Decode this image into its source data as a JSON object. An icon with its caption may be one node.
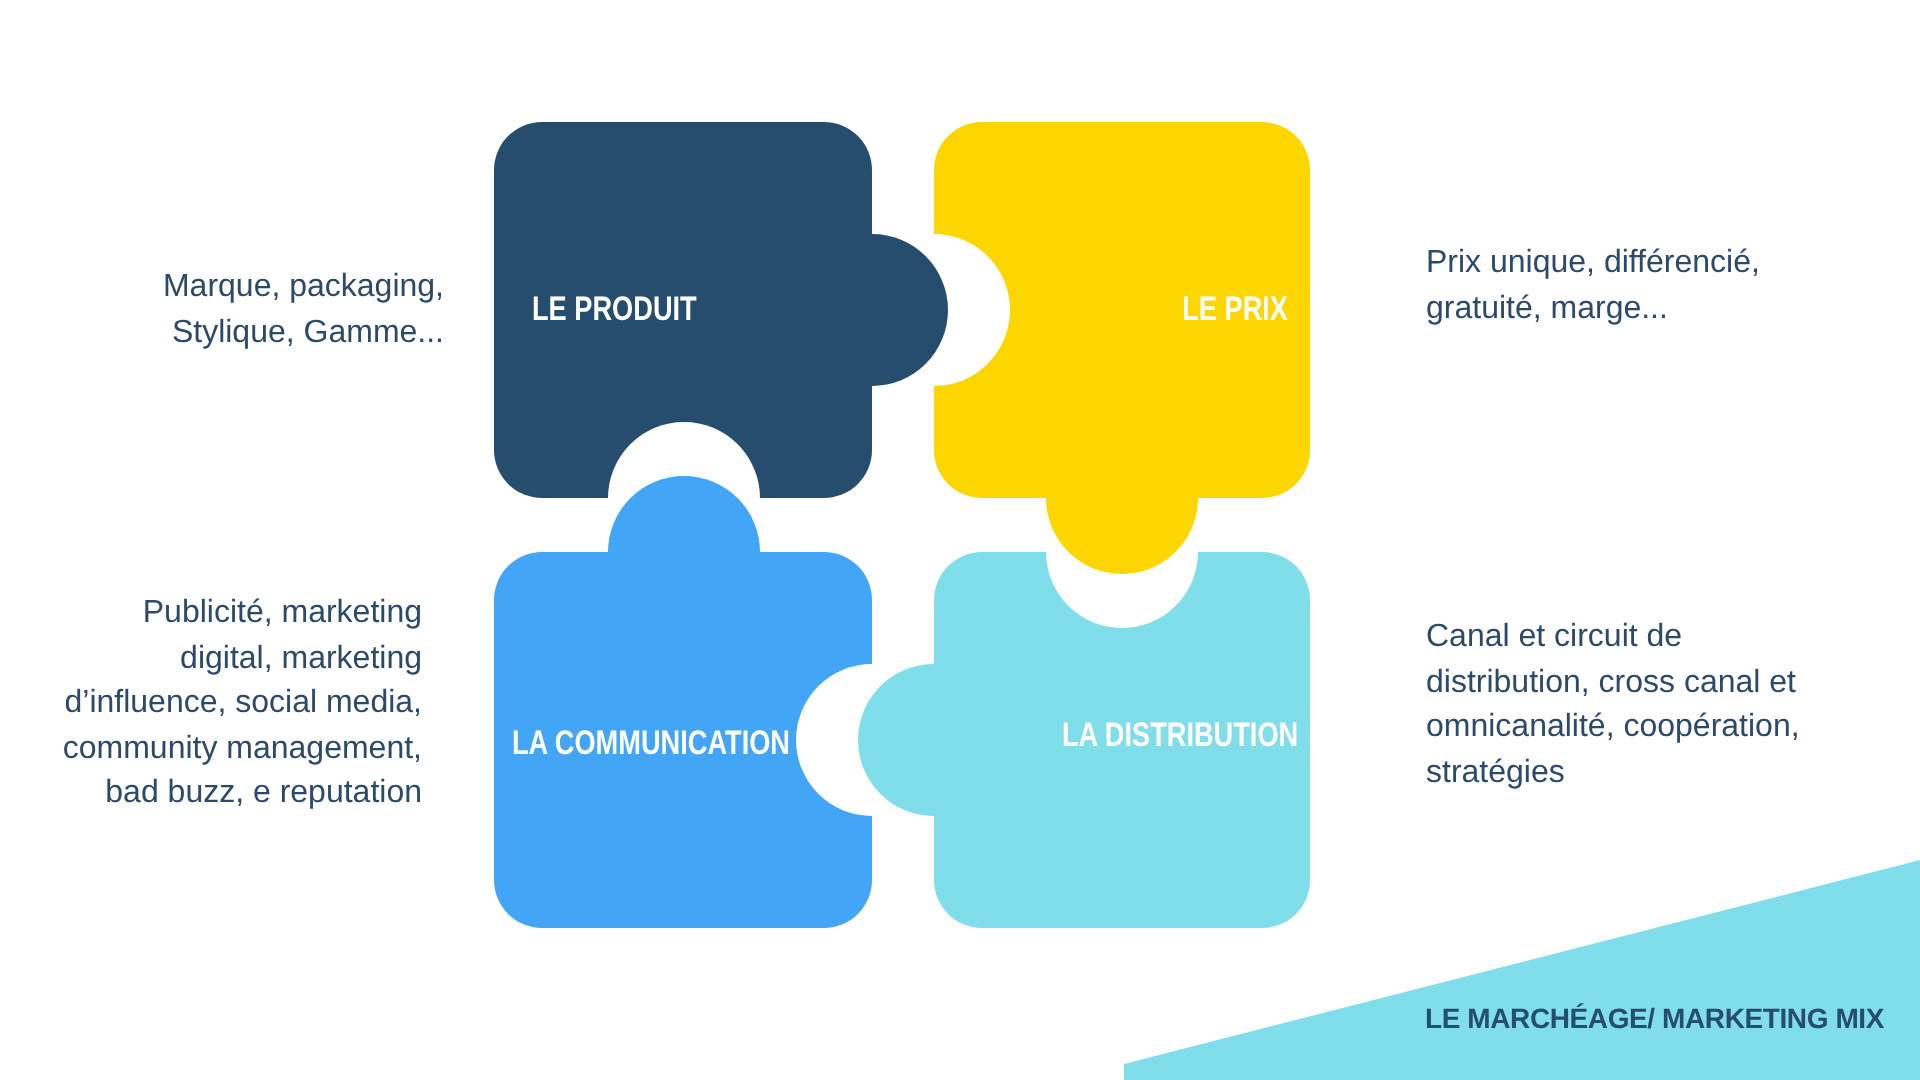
{
  "diagram": {
    "nodes": [
      {
        "text": [
          "LE PRODUIT"
        ],
        "beside": [
          "Marque, packaging, Stylique, Gamme..."
        ]
      },
      {
        "text": [
          "LE PRIX"
        ],
        "beside": [
          "Prix unique, différencié, gratuité, marge..."
        ]
      },
      {
        "text": [
          "LA COMMUNICATION"
        ],
        "beside": [
          "Publicité, marketing digital, marketing d’influence, social media, community management, bad buzz, e reputation"
        ]
      },
      {
        "text": [
          "LA DISTRIBUTION"
        ],
        "beside": [
          "Canal et circuit de distribution, cross canal et omnicanalité, coopération, stratégies"
        ]
      }
    ],
    "edges": [],
    "labels": [
      "LE MARCHÉAGE/ MARKETING MIX"
    ]
  }
}
